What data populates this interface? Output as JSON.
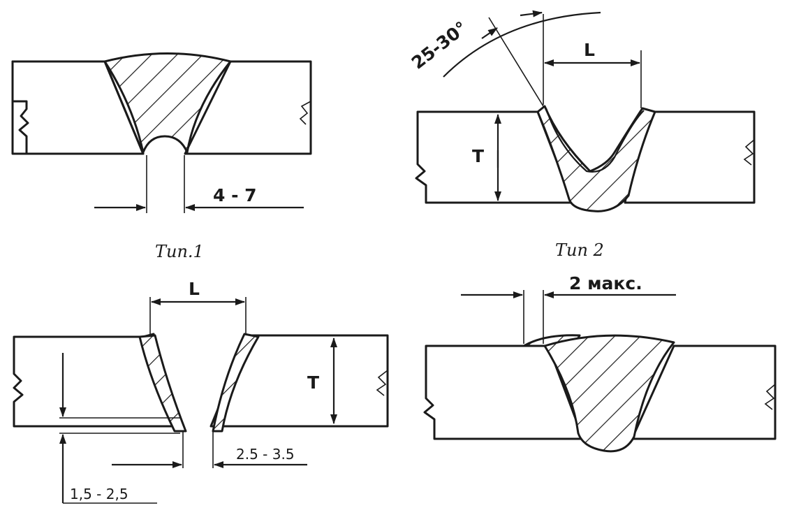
{
  "captions": {
    "type1": "Тип.1",
    "type2": "Тип 2"
  },
  "dimensions": {
    "type1_gap": "4 - 7",
    "type2_angle": "25-30°",
    "type2_width": "L",
    "type2_thickness": "T",
    "type3_width": "L",
    "type3_thickness": "T",
    "type3_gap": "2.5 - 3.5",
    "type3_root": "1,5 - 2,5",
    "type4_offset": "2 макс."
  },
  "colors": {
    "ink": "#1a1a1a",
    "background": "#ffffff"
  }
}
